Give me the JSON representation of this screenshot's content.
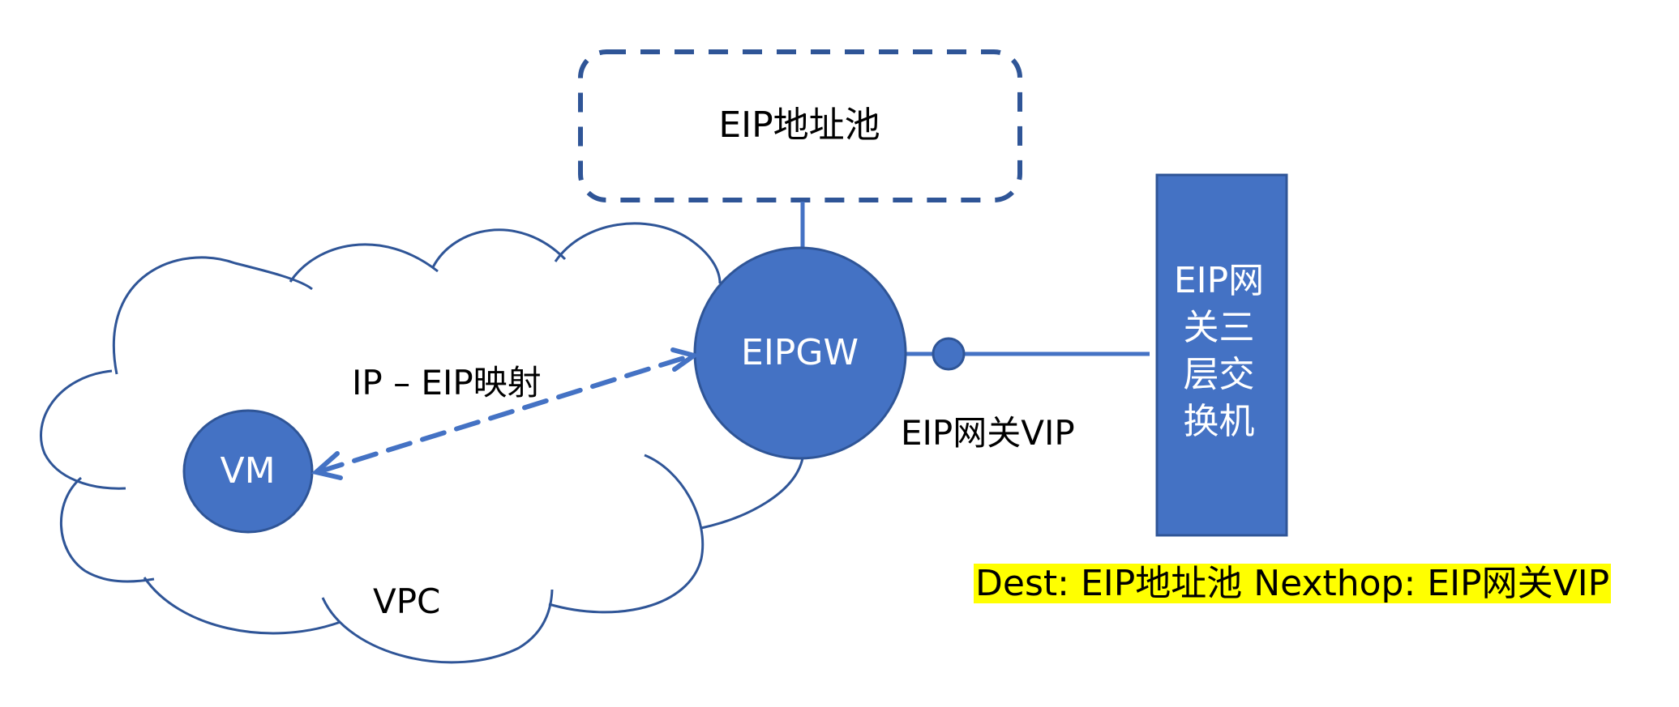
{
  "diagram": {
    "address_pool": {
      "label": "EIP地址池"
    },
    "gateway": {
      "label": "EIPGW"
    },
    "vm": {
      "label": "VM"
    },
    "vpc": {
      "label": "VPC"
    },
    "mapping": {
      "label": "IP – EIP映射"
    },
    "gateway_vip": {
      "label": "EIP网关VIP"
    },
    "l3_switch": {
      "label_lines": [
        "EIP网",
        "关三",
        "层交",
        "换机"
      ]
    },
    "route_note": {
      "label": "Dest: EIP地址池 Nexthop: EIP网关VIP",
      "highlight_color": "#ffff00"
    }
  },
  "colors": {
    "fill_blue": "#4472c4",
    "stroke_dark_blue": "#2f5597",
    "text_black": "#000000",
    "text_white": "#ffffff",
    "highlight": "#ffff00"
  }
}
